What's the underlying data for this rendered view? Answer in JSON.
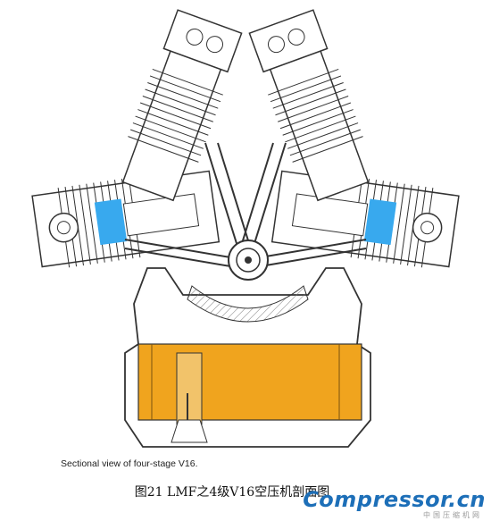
{
  "caption_en": "Sectional view of four-stage V16.",
  "caption_zh": "图21  LMF之4级V16空压机剖面图",
  "watermark": {
    "brand": "Compressor.cn",
    "sub": "中国压缩机网"
  },
  "colors": {
    "line": "#333333",
    "oil": "#f0a41e",
    "piston_highlight": "#38a9ee",
    "watermark_brand": "#1d6fb8"
  }
}
